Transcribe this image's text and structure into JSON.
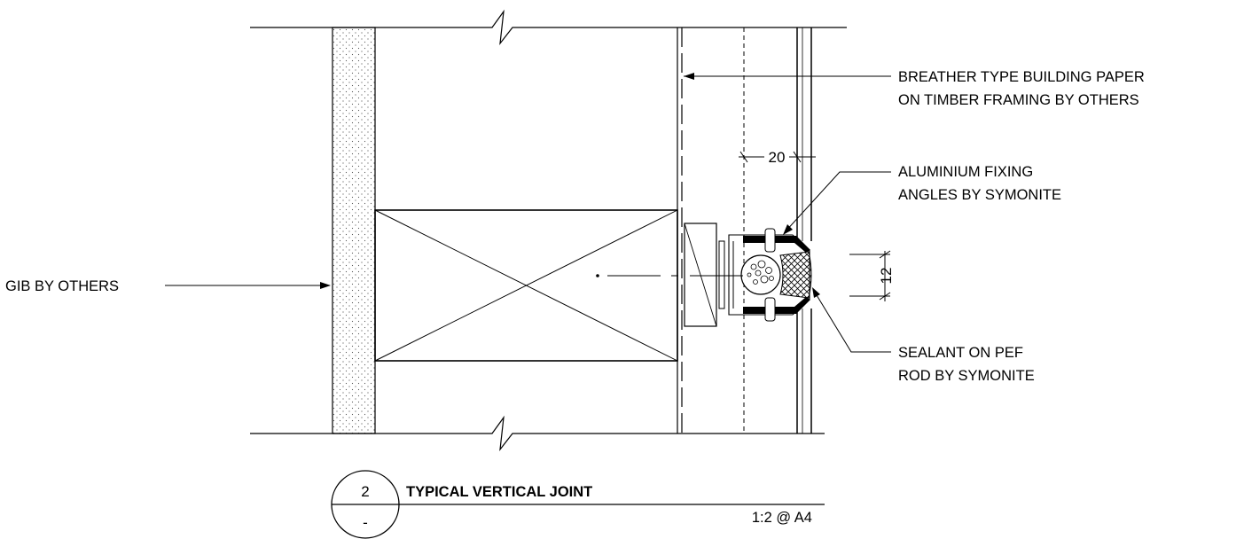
{
  "callouts": {
    "building_paper": [
      "BREATHER TYPE BUILDING PAPER",
      "ON TIMBER FRAMING BY OTHERS"
    ],
    "fixing_angles": [
      "ALUMINIUM FIXING",
      "ANGLES BY SYMONITE"
    ],
    "sealant": [
      "SEALANT ON PEF",
      "ROD BY SYMONITE"
    ],
    "gib": "GIB BY OTHERS"
  },
  "dimensions": {
    "cavity": "20",
    "joint_width": "12"
  },
  "title_block": {
    "detail_number": "2",
    "sheet_ref": "-",
    "title": "TYPICAL VERTICAL JOINT",
    "scale": "1:2 @ A4"
  }
}
